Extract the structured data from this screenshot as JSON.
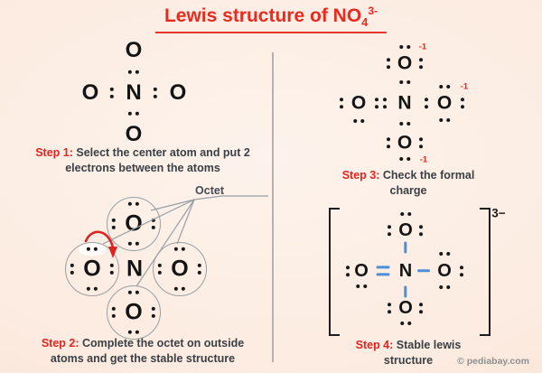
{
  "title": {
    "prefix": "Lewis structure of NO",
    "subscript": "4",
    "superscript": "3-"
  },
  "atoms": {
    "oxygen": "O",
    "nitrogen": "N"
  },
  "step1": {
    "label": "Step 1:",
    "text": "Select the center atom and put 2 electrons between the atoms"
  },
  "step2": {
    "label": "Step 2:",
    "text": "Complete the octet on outside atoms and get the stable structure",
    "octet_label": "Octet"
  },
  "step3": {
    "label": "Step 3:",
    "text": "Check the formal charge",
    "formal_charge": "-1"
  },
  "step4": {
    "label": "Step 4:",
    "text": "Stable lewis structure",
    "ion_charge": "3−"
  },
  "watermark": "© pediabay.com",
  "colors": {
    "accent_red": "#e8231d",
    "bond_blue": "#4a90d8",
    "text_dark": "#3a4046",
    "background": "#fcebe0"
  }
}
